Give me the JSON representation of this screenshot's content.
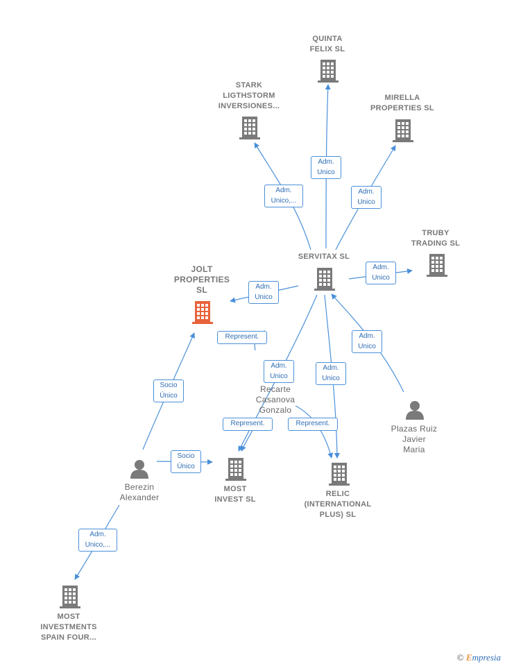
{
  "nodes": {
    "quinta": {
      "label": "QUINTA\nFELIX  SL",
      "type": "company"
    },
    "stark": {
      "label": "STARK\nLIGTHSTORM\nINVERSIONES...",
      "type": "company"
    },
    "mirella": {
      "label": "MIRELLA\nPROPERTIES SL",
      "type": "company"
    },
    "truby": {
      "label": "TRUBY\nTRADING SL",
      "type": "company"
    },
    "servitax": {
      "label": "SERVITAX SL",
      "type": "company"
    },
    "jolt": {
      "label": "JOLT\nPROPERTIES\nSL",
      "type": "company-focus"
    },
    "recarte": {
      "label": "Recarte\nCasanova\nGonzalo",
      "type": "person"
    },
    "plazas": {
      "label": "Plazas Ruiz\nJavier\nMaria",
      "type": "person"
    },
    "berezin": {
      "label": "Berezin\nAlexander",
      "type": "person"
    },
    "most_invest": {
      "label": "MOST\nINVEST  SL",
      "type": "company"
    },
    "relic": {
      "label": "RELIC\n(INTERNATIONAL\nPLUS)  SL",
      "type": "company"
    },
    "most_spain": {
      "label": "MOST\nINVESTMENTS\nSPAIN FOUR...",
      "type": "company"
    }
  },
  "edges": {
    "servitax_quinta": "Adm.\nUnico",
    "servitax_stark": "Adm.\nUnico,...",
    "servitax_mirella": "Adm.\nUnico",
    "servitax_truby": "Adm.\nUnico",
    "servitax_jolt": "Adm.\nUnico",
    "recarte_servitax": "Represent.",
    "servitax_most_invest": "Adm.\nUnico",
    "servitax_relic": "Adm.\nUnico",
    "plazas_servitax": "Adm.\nUnico",
    "recarte_most_invest": "Represent.",
    "recarte_relic": "Represent.",
    "berezin_jolt": "Socio\nÚnico",
    "berezin_most_invest": "Socio\nÚnico",
    "berezin_most_spain": "Adm.\nUnico,..."
  },
  "colors": {
    "edge": "#4a90d9",
    "building": "#7a7a7a",
    "focus_building": "#e8623a",
    "person": "#7a7a7a"
  },
  "footer": {
    "copyright": "©",
    "brand_initial": "E",
    "brand_rest": "mpresia"
  }
}
